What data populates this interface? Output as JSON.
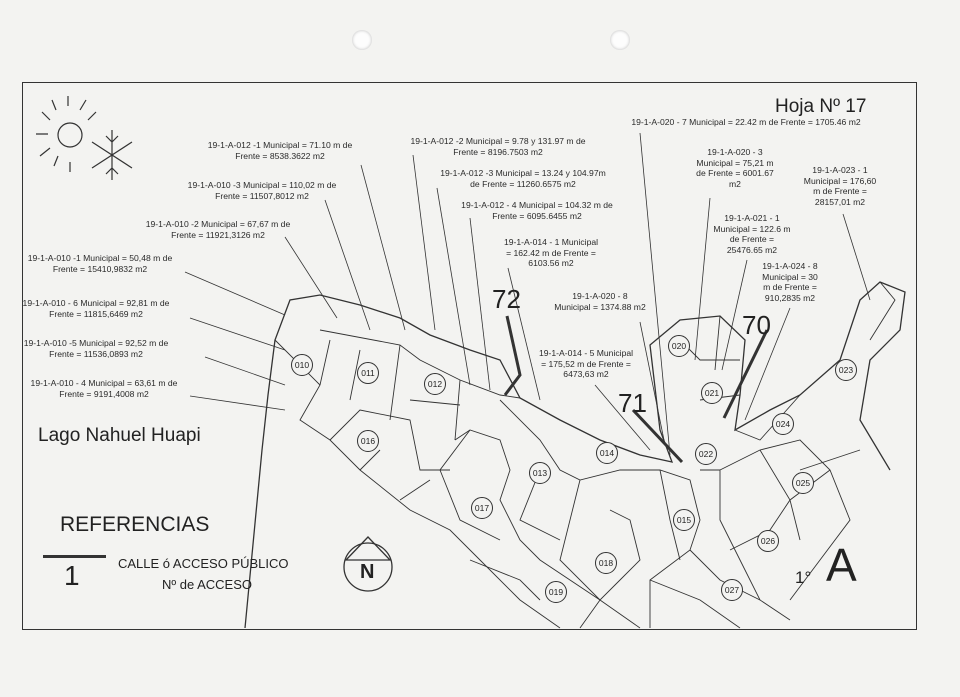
{
  "sheet_title": "Hoja Nº 17",
  "lake_label": "Lago Nahuel Huapi",
  "legend": {
    "title": "REFERENCIAS",
    "access_number_example": "1",
    "street_label": "CALLE ó ACCESO PÚBLICO",
    "access_label": "Nº de ACCESO",
    "north_label": "N"
  },
  "sheet_code": {
    "number": "1°",
    "letter": "A"
  },
  "access_numbers": [
    "72",
    "71",
    "70"
  ],
  "lots": [
    "010",
    "011",
    "012",
    "016",
    "013",
    "014",
    "017",
    "018",
    "019",
    "015",
    "020",
    "021",
    "022",
    "023",
    "024",
    "025",
    "026",
    "027"
  ],
  "annotations": [
    {
      "lines": [
        "19-1-A-012 -1 Municipal = 71.10 m de",
        "Frente = 8538.3622 m2"
      ]
    },
    {
      "lines": [
        "19-1-A-010 -3 Municipal = 110,02 m de",
        "Frente = 11507,8012 m2"
      ]
    },
    {
      "lines": [
        "19-1-A-010 -2 Municipal = 67,67 m de",
        "Frente = 11921,3126 m2"
      ]
    },
    {
      "lines": [
        "19-1-A-010 -1 Municipal = 50,48 m de",
        "Frente = 15410,9832 m2"
      ]
    },
    {
      "lines": [
        "19-1-A-010 - 6 Municipal = 92,81 m de",
        "Frente = 11815,6469 m2"
      ]
    },
    {
      "lines": [
        "19-1-A-010 -5 Municipal = 92,52 m de",
        "Frente = 11536,0893 m2"
      ]
    },
    {
      "lines": [
        "19-1-A-010 - 4 Municipal = 63,61 m de",
        "Frente = 9191,4008 m2"
      ]
    },
    {
      "lines": [
        "19-1-A-012 -2 Municipal = 9.78 y 131.97 m de",
        "Frente = 8196.7503 m2"
      ]
    },
    {
      "lines": [
        "19-1-A-012 -3 Municipal = 13.24 y 104.97m",
        "de Frente = 11260.6575 m2"
      ]
    },
    {
      "lines": [
        "19-1-A-012 - 4 Municipal = 104.32 m de",
        "Frente = 6095.6455 m2"
      ]
    },
    {
      "lines": [
        "19-1-A-014 - 1 Municipal",
        "= 162.42 m de Frente =",
        "6103.56 m2"
      ]
    },
    {
      "lines": [
        "19-1-A-020 - 7 Municipal = 22.42 m de Frente = 1705.46 m2"
      ]
    },
    {
      "lines": [
        "19-1-A-020 - 8",
        "Municipal = 1374.88 m2"
      ]
    },
    {
      "lines": [
        "19-1-A-014 - 5 Municipal",
        "= 175,52 m de Frente =",
        "6473,63 m2"
      ]
    },
    {
      "lines": [
        "19-1-A-020 - 3",
        "Municipal = 75,21 m",
        "de Frente = 6001.67",
        "m2"
      ]
    },
    {
      "lines": [
        "19-1-A-021 - 1",
        "Municipal = 122.6 m",
        "de Frente =",
        "25476.65 m2"
      ]
    },
    {
      "lines": [
        "19-1-A-024 - 8",
        "Municipal = 30",
        "m de Frente =",
        "910,2835 m2"
      ]
    },
    {
      "lines": [
        "19-1-A-023 - 1",
        "Municipal = 176,60",
        "m de Frente =",
        "28157,01 m2"
      ]
    }
  ]
}
